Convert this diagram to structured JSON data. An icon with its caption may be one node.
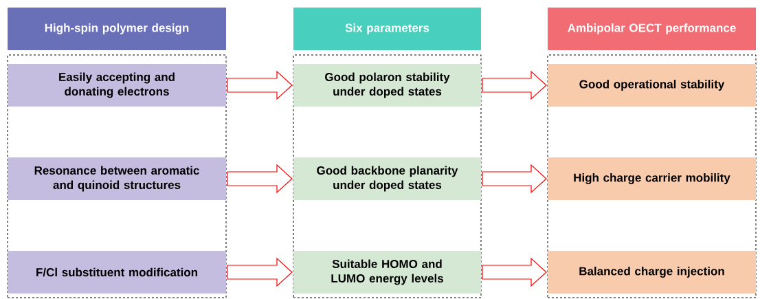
{
  "diagram": {
    "nodes": [
      {
        "text": [
          "High-spin polymer design"
        ]
      },
      {
        "text": [],
        "shape": "box"
      },
      {
        "text": [
          "Easily accepting and donating electrons"
        ],
        "in": 1
      },
      {
        "text": [
          "Resonance between aromatic and quinoid structures"
        ],
        "in": 1
      },
      {
        "text": [
          "F/Cl substituent modification"
        ],
        "in": 1
      },
      {
        "text": [
          "Six parameters"
        ]
      },
      {
        "text": [],
        "shape": "box"
      },
      {
        "text": [
          "Good polaron stability under doped states"
        ],
        "in": 6
      },
      {
        "text": [
          "Good backbone planarity under doped states"
        ],
        "in": 6
      },
      {
        "text": [
          "Suitable HOMO and LUMO energy levels"
        ],
        "in": 6
      },
      {
        "text": [
          "Ambipolar OECT performance"
        ]
      },
      {
        "text": [],
        "shape": "box"
      },
      {
        "text": [
          "Good operational stability"
        ],
        "in": 11
      },
      {
        "text": [
          "High charge carrier mobility"
        ],
        "in": 11
      },
      {
        "text": [
          "Balanced charge injection"
        ],
        "in": 11
      }
    ],
    "edges": [
      {
        "from": 2,
        "to": 7,
        "arrow": "to"
      },
      {
        "from": 3,
        "to": 8,
        "arrow": "to"
      },
      {
        "from": 4,
        "to": 9,
        "arrow": "to"
      },
      {
        "from": 7,
        "to": 12,
        "arrow": "to"
      },
      {
        "from": 8,
        "to": 13,
        "arrow": "to"
      },
      {
        "from": 9,
        "to": 14,
        "arrow": "to"
      }
    ]
  }
}
